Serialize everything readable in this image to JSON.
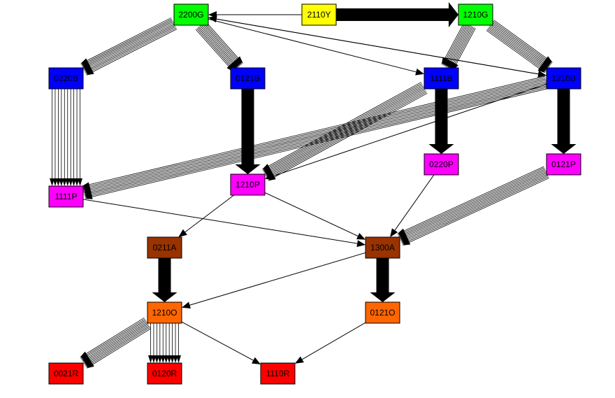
{
  "nodes": [
    {
      "id": "2110Y",
      "label": "2110Y",
      "color": "#ffff00"
    },
    {
      "id": "2200G",
      "label": "2200G",
      "color": "#00ff00"
    },
    {
      "id": "1210G",
      "label": "1210G",
      "color": "#00ff00"
    },
    {
      "id": "0220B",
      "label": "0220B",
      "color": "#0000ff"
    },
    {
      "id": "0121B",
      "label": "0121B",
      "color": "#0000ff"
    },
    {
      "id": "1111B",
      "label": "1111B",
      "color": "#0000ff"
    },
    {
      "id": "1210B",
      "label": "1210B",
      "color": "#0000ff"
    },
    {
      "id": "0220P",
      "label": "0220P",
      "color": "#ff00ff"
    },
    {
      "id": "0121P",
      "label": "0121P",
      "color": "#ff00ff"
    },
    {
      "id": "1111P",
      "label": "1111P",
      "color": "#ff00ff"
    },
    {
      "id": "1210P",
      "label": "1210P",
      "color": "#ff00ff"
    },
    {
      "id": "0211A",
      "label": "0211A",
      "color": "#993300"
    },
    {
      "id": "1300A",
      "label": "1300A",
      "color": "#993300"
    },
    {
      "id": "1210O",
      "label": "1210O",
      "color": "#ff6600"
    },
    {
      "id": "0121O",
      "label": "0121O",
      "color": "#ff6600"
    },
    {
      "id": "0021R",
      "label": "0021R",
      "color": "#ff0000"
    },
    {
      "id": "0120R",
      "label": "0120R",
      "color": "#ff0000"
    },
    {
      "id": "1110R",
      "label": "1110R",
      "color": "#ff0000"
    }
  ],
  "edges": [
    {
      "from": "2110Y",
      "to": "2200G",
      "style": "thin"
    },
    {
      "from": "2110Y",
      "to": "1210G",
      "style": "solid"
    },
    {
      "from": "2200G",
      "to": "0220B",
      "style": "bundle"
    },
    {
      "from": "2200G",
      "to": "0121B",
      "style": "bundle"
    },
    {
      "from": "2200G",
      "to": "1111B",
      "style": "thin"
    },
    {
      "from": "2200G",
      "to": "1210B",
      "style": "thin"
    },
    {
      "from": "1210G",
      "to": "1111B",
      "style": "bundle"
    },
    {
      "from": "1210G",
      "to": "1210B",
      "style": "bundle"
    },
    {
      "from": "1210B",
      "to": "2200G",
      "style": "thin"
    },
    {
      "from": "0220B",
      "to": "1111P",
      "style": "lines"
    },
    {
      "from": "0121B",
      "to": "1210P",
      "style": "solid"
    },
    {
      "from": "1111B",
      "to": "0220P",
      "style": "solid"
    },
    {
      "from": "1111B",
      "to": "1210P",
      "style": "bundle"
    },
    {
      "from": "1210B",
      "to": "0121P",
      "style": "solid"
    },
    {
      "from": "1210B",
      "to": "1111P",
      "style": "bundle"
    },
    {
      "from": "1210B",
      "to": "1210P",
      "style": "thin"
    },
    {
      "from": "1111P",
      "to": "1300A",
      "style": "thin"
    },
    {
      "from": "1210P",
      "to": "0211A",
      "style": "thin"
    },
    {
      "from": "1210P",
      "to": "1300A",
      "style": "thin"
    },
    {
      "from": "0220P",
      "to": "1300A",
      "style": "thin"
    },
    {
      "from": "0121P",
      "to": "1300A",
      "style": "bundle"
    },
    {
      "from": "0211A",
      "to": "1210O",
      "style": "solid"
    },
    {
      "from": "1300A",
      "to": "1210O",
      "style": "thin"
    },
    {
      "from": "1300A",
      "to": "0121O",
      "style": "solid"
    },
    {
      "from": "1210O",
      "to": "0021R",
      "style": "bundle"
    },
    {
      "from": "1210O",
      "to": "0120R",
      "style": "lines"
    },
    {
      "from": "1210O",
      "to": "1110R",
      "style": "thin"
    },
    {
      "from": "0121O",
      "to": "1110R",
      "style": "thin"
    }
  ]
}
